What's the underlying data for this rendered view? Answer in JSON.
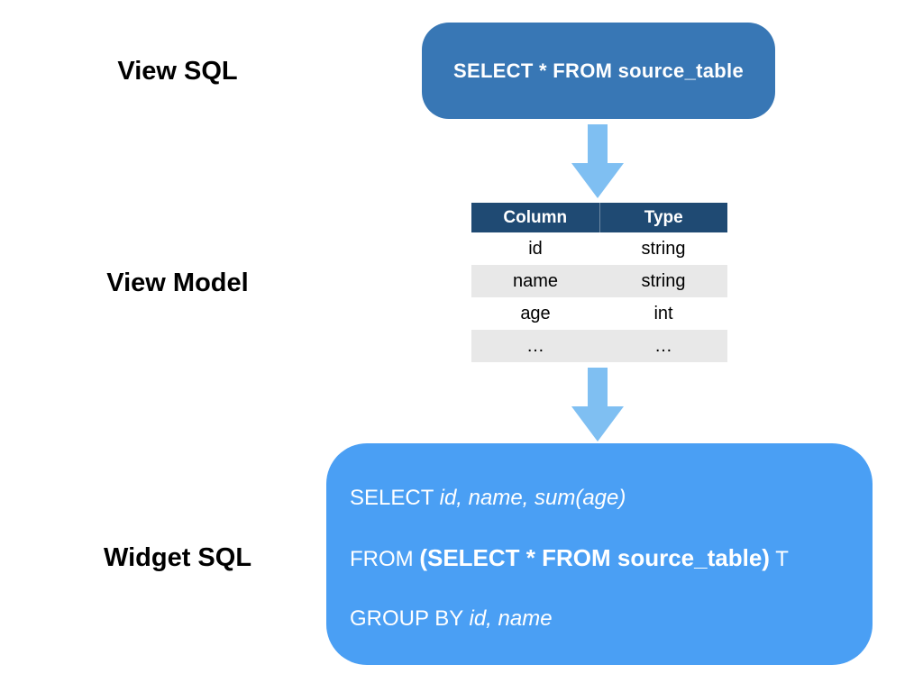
{
  "diagram": {
    "labels": {
      "view_sql": "View SQL",
      "view_model": "View Model",
      "widget_sql": "Widget SQL"
    },
    "view_sql_box": {
      "text": "SELECT * FROM source_table"
    },
    "view_model_table": {
      "headers": [
        "Column",
        "Type"
      ],
      "rows": [
        [
          "id",
          "string"
        ],
        [
          "name",
          "string"
        ],
        [
          "age",
          "int"
        ],
        [
          "…",
          "…"
        ]
      ]
    },
    "widget_sql_box": {
      "line1": {
        "keyword": "SELECT ",
        "fields": "id, name, sum(age)"
      },
      "line2": {
        "keyword": "FROM ",
        "subquery": "(SELECT * FROM source_table)",
        "alias": " T"
      },
      "line3": {
        "keyword": "GROUP BY ",
        "fields": "id, name"
      }
    },
    "colors": {
      "view_sql_box_bg": "#3877B5",
      "table_header_bg": "#1F4A73",
      "table_row_alt_bg": "#E8E8E8",
      "widget_sql_box_bg": "#4A9FF4",
      "arrow": "#7FBFF2"
    }
  }
}
